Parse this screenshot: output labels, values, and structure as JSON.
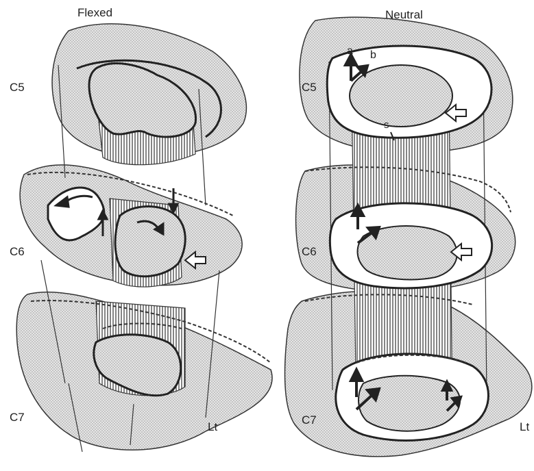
{
  "titles": {
    "left": "Flexed",
    "right": "Neutral"
  },
  "levels": {
    "c5": "C5",
    "c6": "C6",
    "c7": "C7"
  },
  "side_label": "Lt",
  "markers": {
    "a": "a",
    "b": "b",
    "s": "s"
  },
  "colors": {
    "ink": "#222222",
    "stipple": "#bdbdbd",
    "paper": "#ffffff"
  }
}
